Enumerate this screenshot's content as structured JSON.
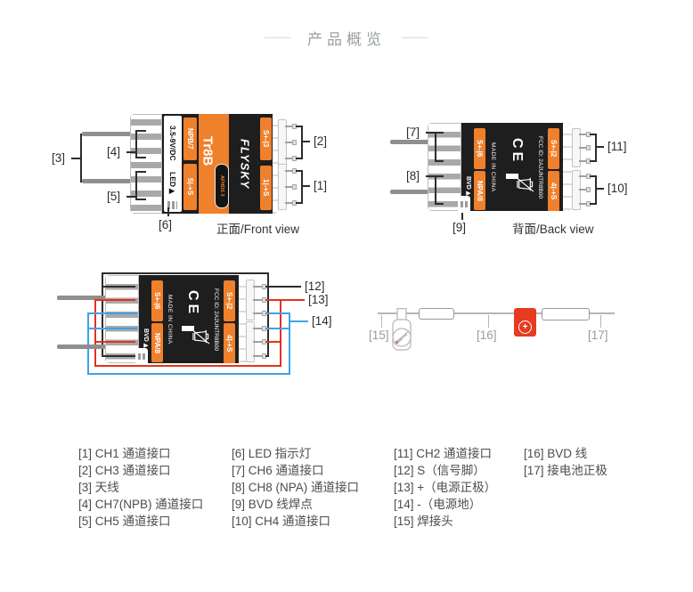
{
  "page": {
    "title": "产品概览"
  },
  "views": {
    "front": {
      "caption": "正面/Front view"
    },
    "back": {
      "caption": "背面/Back view"
    }
  },
  "device_front": {
    "model": "Tr8B",
    "brand": "FLYSKY",
    "badge": "AFHDS 3",
    "voltage": "3.5-9V/DC",
    "led": "LED▶",
    "port_npb": "NPB/7",
    "port_ch5": "5|-+S",
    "port_ch3": "S+-|3",
    "port_ch1": "1|-+S"
  },
  "device_back": {
    "bvd": "BVD▶",
    "port_ch6": "S+-|6",
    "port_npa": "NPA/8",
    "made_in": "MADE IN CHINA",
    "ce_mark": "CE",
    "fcc_id": "FCC ID: 2A2UNTR8B00",
    "port_ch2": "S+-|2",
    "port_ch4": "4|-+S"
  },
  "callouts": {
    "c1": "[1]",
    "c2": "[2]",
    "c3": "[3]",
    "c4": "[4]",
    "c5": "[5]",
    "c6": "[6]",
    "c7": "[7]",
    "c8": "[8]",
    "c9": "[9]",
    "c10": "[10]",
    "c11": "[11]",
    "c12": "[12]",
    "c13": "[13]",
    "c14": "[14]",
    "c15": "[15]",
    "c16": "[16]",
    "c17": "[17]"
  },
  "bvd_wire": {
    "plus_symbol": "+"
  },
  "legend": {
    "columns": [
      {
        "items": [
          "[1] CH1 通道接口",
          "[2] CH3 通道接口",
          "[3] 天线",
          "[4] CH7(NPB) 通道接口",
          "[5] CH5 通道接口"
        ]
      },
      {
        "items": [
          "[6] LED 指示灯",
          "[7] CH6 通道接口",
          "[8] CH8 (NPA) 通道接口",
          "[9] BVD 线焊点",
          "[10] CH4 通道接口"
        ]
      },
      {
        "items": [
          "[11] CH2 通道接口",
          "[12] S（信号脚）",
          "[13] +（电源正极）",
          "[14] -（电源地）",
          "[15] 焊接头"
        ]
      },
      {
        "items": [
          "[16] BVD 线",
          "[17] 接电池正极"
        ]
      }
    ]
  },
  "colors": {
    "accent_orange": "#ef802c",
    "device_black": "#1e1e1e",
    "wire_red": "#e2331e",
    "wire_blue": "#3fa2e4",
    "tag_red": "#e63b20",
    "antenna_gray": "#8f8f8f",
    "title_gray": "#9aa0a3"
  }
}
